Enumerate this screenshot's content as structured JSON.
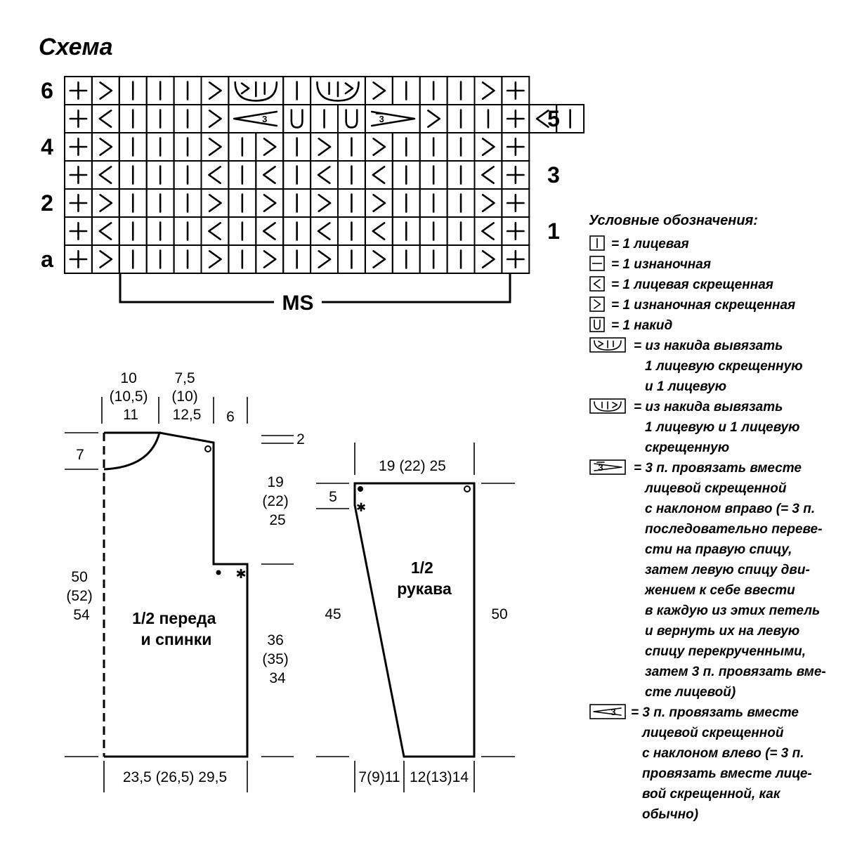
{
  "title": "Схема",
  "chart": {
    "row_labels_left": [
      "6",
      "",
      "4",
      "",
      "2",
      "",
      "a"
    ],
    "row_labels_right": [
      "",
      "5",
      "",
      "3",
      "",
      "1",
      ""
    ],
    "rows": [
      [
        "k",
        "p",
        "k",
        "k",
        "k",
        "p",
        "ccL",
        "k",
        "ccR",
        "p",
        "k",
        "k",
        "k",
        "p",
        "k"
      ],
      [
        "k",
        "t",
        "k",
        "k",
        "k",
        "p",
        "k3l",
        "u",
        "k",
        "u",
        "k3r",
        "p",
        "k",
        "k",
        "k",
        "t",
        "k"
      ],
      [
        "k",
        "p",
        "k",
        "k",
        "k",
        "p",
        "k",
        "p",
        "k",
        "p",
        "k",
        "p",
        "k",
        "k",
        "k",
        "p",
        "k"
      ],
      [
        "k",
        "t",
        "k",
        "k",
        "k",
        "t",
        "k",
        "t",
        "k",
        "t",
        "k",
        "t",
        "k",
        "k",
        "k",
        "t",
        "k"
      ],
      [
        "k",
        "p",
        "k",
        "k",
        "k",
        "p",
        "k",
        "p",
        "k",
        "p",
        "k",
        "p",
        "k",
        "k",
        "k",
        "p",
        "k"
      ],
      [
        "k",
        "t",
        "k",
        "k",
        "k",
        "t",
        "k",
        "t",
        "k",
        "t",
        "k",
        "t",
        "k",
        "k",
        "k",
        "t",
        "k"
      ],
      [
        "k",
        "p",
        "k",
        "k",
        "k",
        "p",
        "k",
        "p",
        "k",
        "p",
        "k",
        "p",
        "k",
        "k",
        "k",
        "p",
        "k"
      ]
    ],
    "repeat_label": "MS"
  },
  "schematic": {
    "body": {
      "label_line1": "1/2 переда",
      "label_line2": "и спинки",
      "dim_top_left": [
        "10",
        "(10,5)",
        "11"
      ],
      "dim_top_mid": [
        "7,5",
        "(10)",
        "12,5"
      ],
      "dim_top_right": "6",
      "dim_neck": "7",
      "dim_shoulder_slope": "2",
      "dim_armhole": [
        "19",
        "(22)",
        "25"
      ],
      "dim_side": [
        "36",
        "(35)",
        "34"
      ],
      "dim_length": [
        "50",
        "(52)",
        "54"
      ],
      "dim_width": "23,5 (26,5) 29,5"
    },
    "sleeve": {
      "label_line1": "1/2",
      "label_line2": "рукава",
      "dim_top": "19 (22) 25",
      "dim_cap": "5",
      "dim_left": "45",
      "dim_right": "50",
      "dim_bottom_left": "7(9)11",
      "dim_bottom_right": "12(13)14"
    }
  },
  "legend": {
    "heading": "Условные обозначения:",
    "items": [
      {
        "symbol": "knit",
        "lines": [
          "= 1 лицевая"
        ]
      },
      {
        "symbol": "purl",
        "lines": [
          "= 1 изнаночная"
        ]
      },
      {
        "symbol": "knit-tbl",
        "lines": [
          "= 1 лицевая скрещенная"
        ]
      },
      {
        "symbol": "purl-tbl",
        "lines": [
          "= 1 изнаночная скрещенная"
        ]
      },
      {
        "symbol": "yarn-over",
        "lines": [
          "= 1 накид"
        ]
      },
      {
        "symbol": "yo-ktbl-k",
        "lines": [
          "= из накида вывязать",
          "1 лицевую скрещенную",
          "и 1 лицевую"
        ]
      },
      {
        "symbol": "yo-k-ktbl",
        "lines": [
          "= из накида вывязать",
          "1 лицевую и 1 лицевую",
          "скрещенную"
        ]
      },
      {
        "symbol": "k3tog-right",
        "lines": [
          "= 3 п. провязать вместе",
          "лицевой скрещенной",
          "с наклоном вправо (= 3 п.",
          "последовательно переве-",
          "сти на правую спицу,",
          "затем левую спицу дви-",
          "жением к себе ввести",
          "в каждую из этих петель",
          "и вернуть их на левую",
          "спицу перекрученными,",
          "затем 3 п. провязать вме-",
          "сте лицевой)"
        ]
      },
      {
        "symbol": "k3tog-left",
        "lines": [
          "= 3 п. провязать вместе",
          "лицевой скрещенной",
          "с наклоном влево (= 3 п.",
          "провязать вместе лице-",
          "вой скрещенной, как",
          "обычно)"
        ]
      }
    ]
  }
}
